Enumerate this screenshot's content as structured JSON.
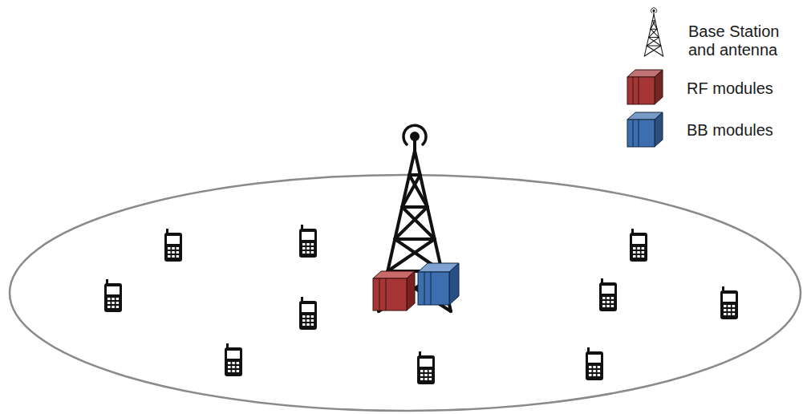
{
  "diagram": {
    "legend": [
      {
        "text": "Base Station and antenna"
      },
      {
        "text": "RF modules",
        "color": "#a63636"
      },
      {
        "text": "BB modules",
        "color": "#3d6fb0"
      }
    ]
  }
}
